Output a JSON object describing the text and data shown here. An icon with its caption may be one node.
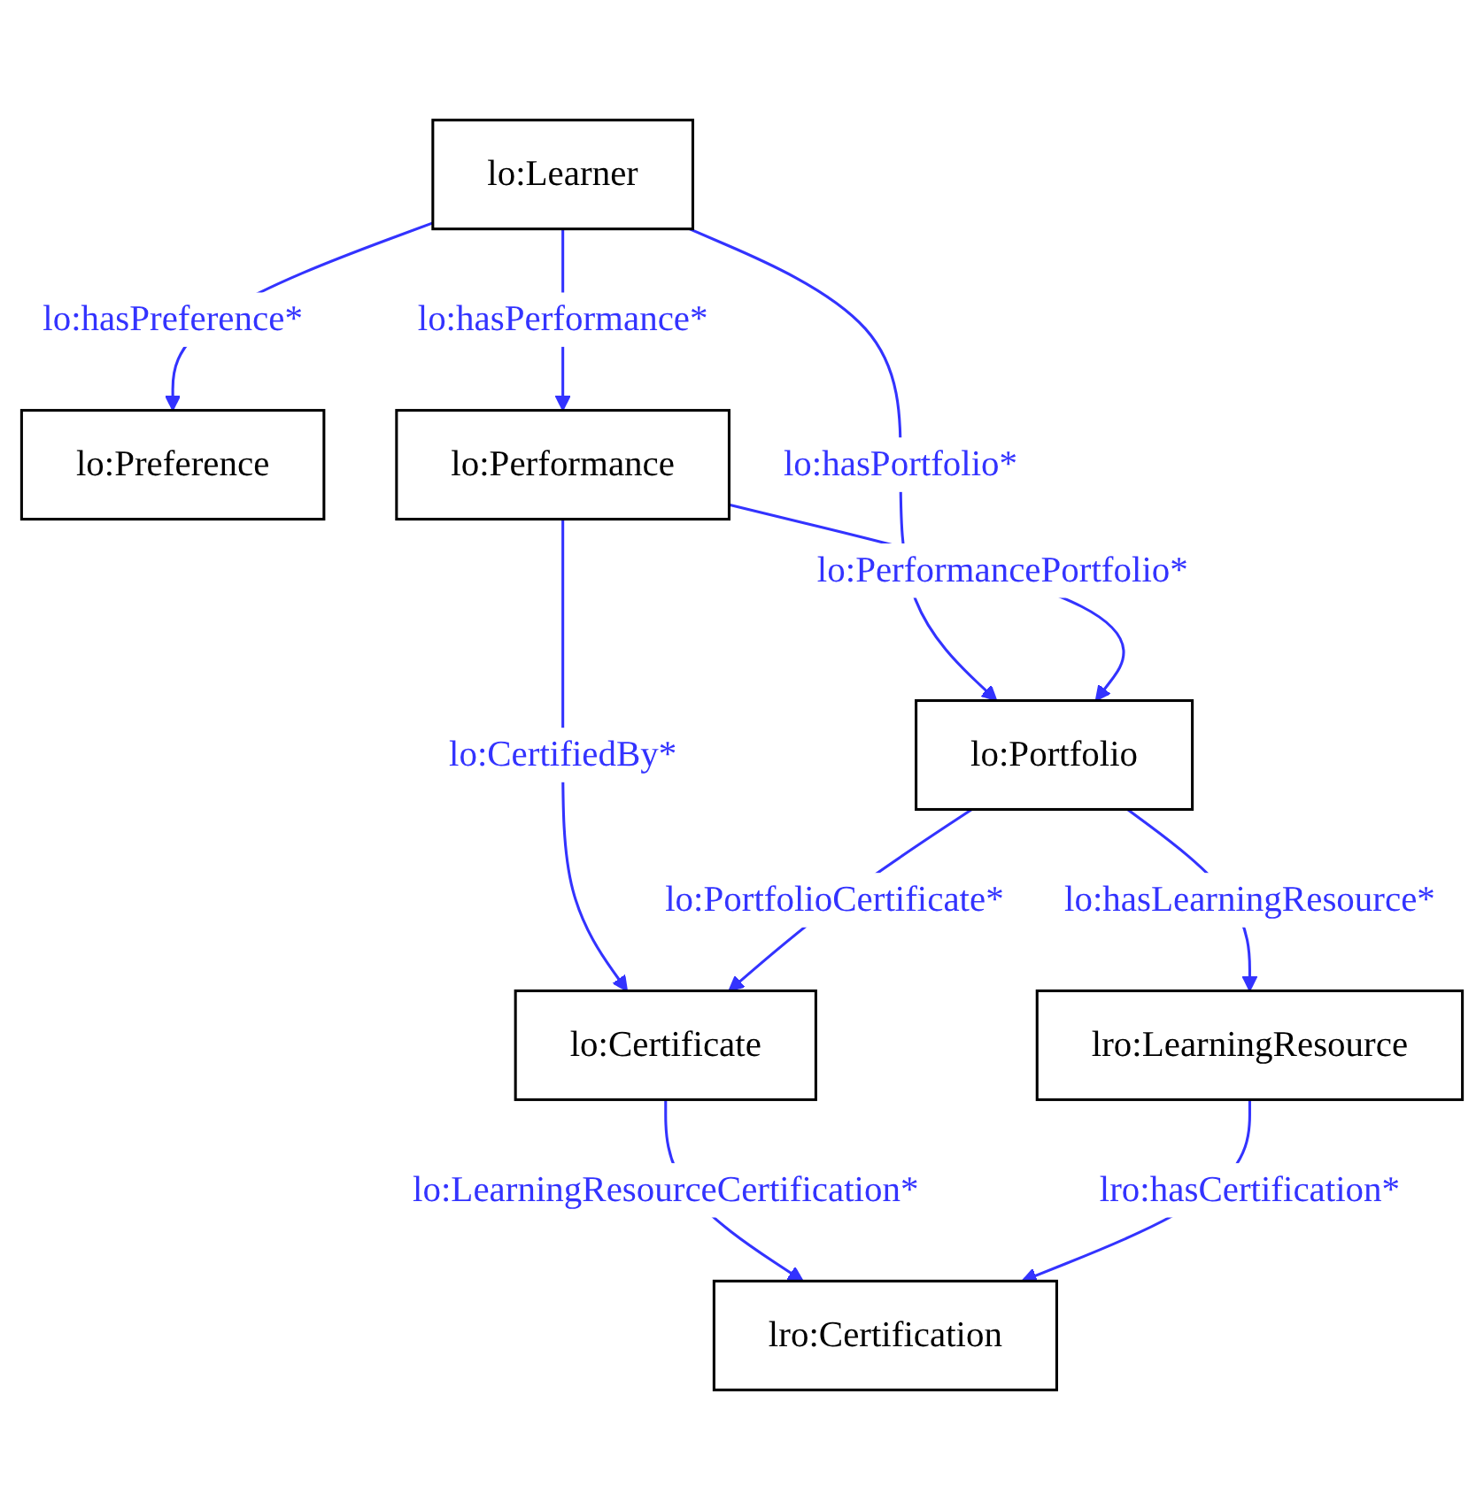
{
  "diagram": {
    "nodes": [
      {
        "text": [
          "lo:Learner"
        ]
      },
      {
        "text": [
          "lo:Performance"
        ]
      },
      {
        "text": [
          "lo:Preference"
        ]
      },
      {
        "text": [
          "lo:Portfolio"
        ]
      },
      {
        "text": [
          "lo:Certificate"
        ]
      },
      {
        "text": [
          "lro:LearningResource"
        ]
      },
      {
        "text": [
          "lro:Certification"
        ]
      }
    ],
    "edges": [
      {
        "from": 0,
        "to": 1,
        "arrow": "to",
        "label": "lo:hasPerformance*"
      },
      {
        "from": 0,
        "to": 2,
        "arrow": "to",
        "label": "lo:hasPreference*"
      },
      {
        "from": 0,
        "to": 3,
        "arrow": "to",
        "label": "lo:hasPortfolio*"
      },
      {
        "from": 1,
        "to": 3,
        "arrow": "to",
        "label": "lo:PerformancePortfolio*"
      },
      {
        "from": 1,
        "to": 4,
        "arrow": "to",
        "label": "lo:CertifiedBy*"
      },
      {
        "from": 3,
        "to": 4,
        "arrow": "to",
        "label": "lo:PortfolioCertificate*"
      },
      {
        "from": 3,
        "to": 5,
        "arrow": "to",
        "label": "lo:hasLearningResource*"
      },
      {
        "from": 4,
        "to": 6,
        "arrow": "to",
        "label": "lo:LearningResourceCertification*"
      },
      {
        "from": 5,
        "to": 6,
        "arrow": "to",
        "label": "lro:hasCertification*"
      }
    ]
  }
}
